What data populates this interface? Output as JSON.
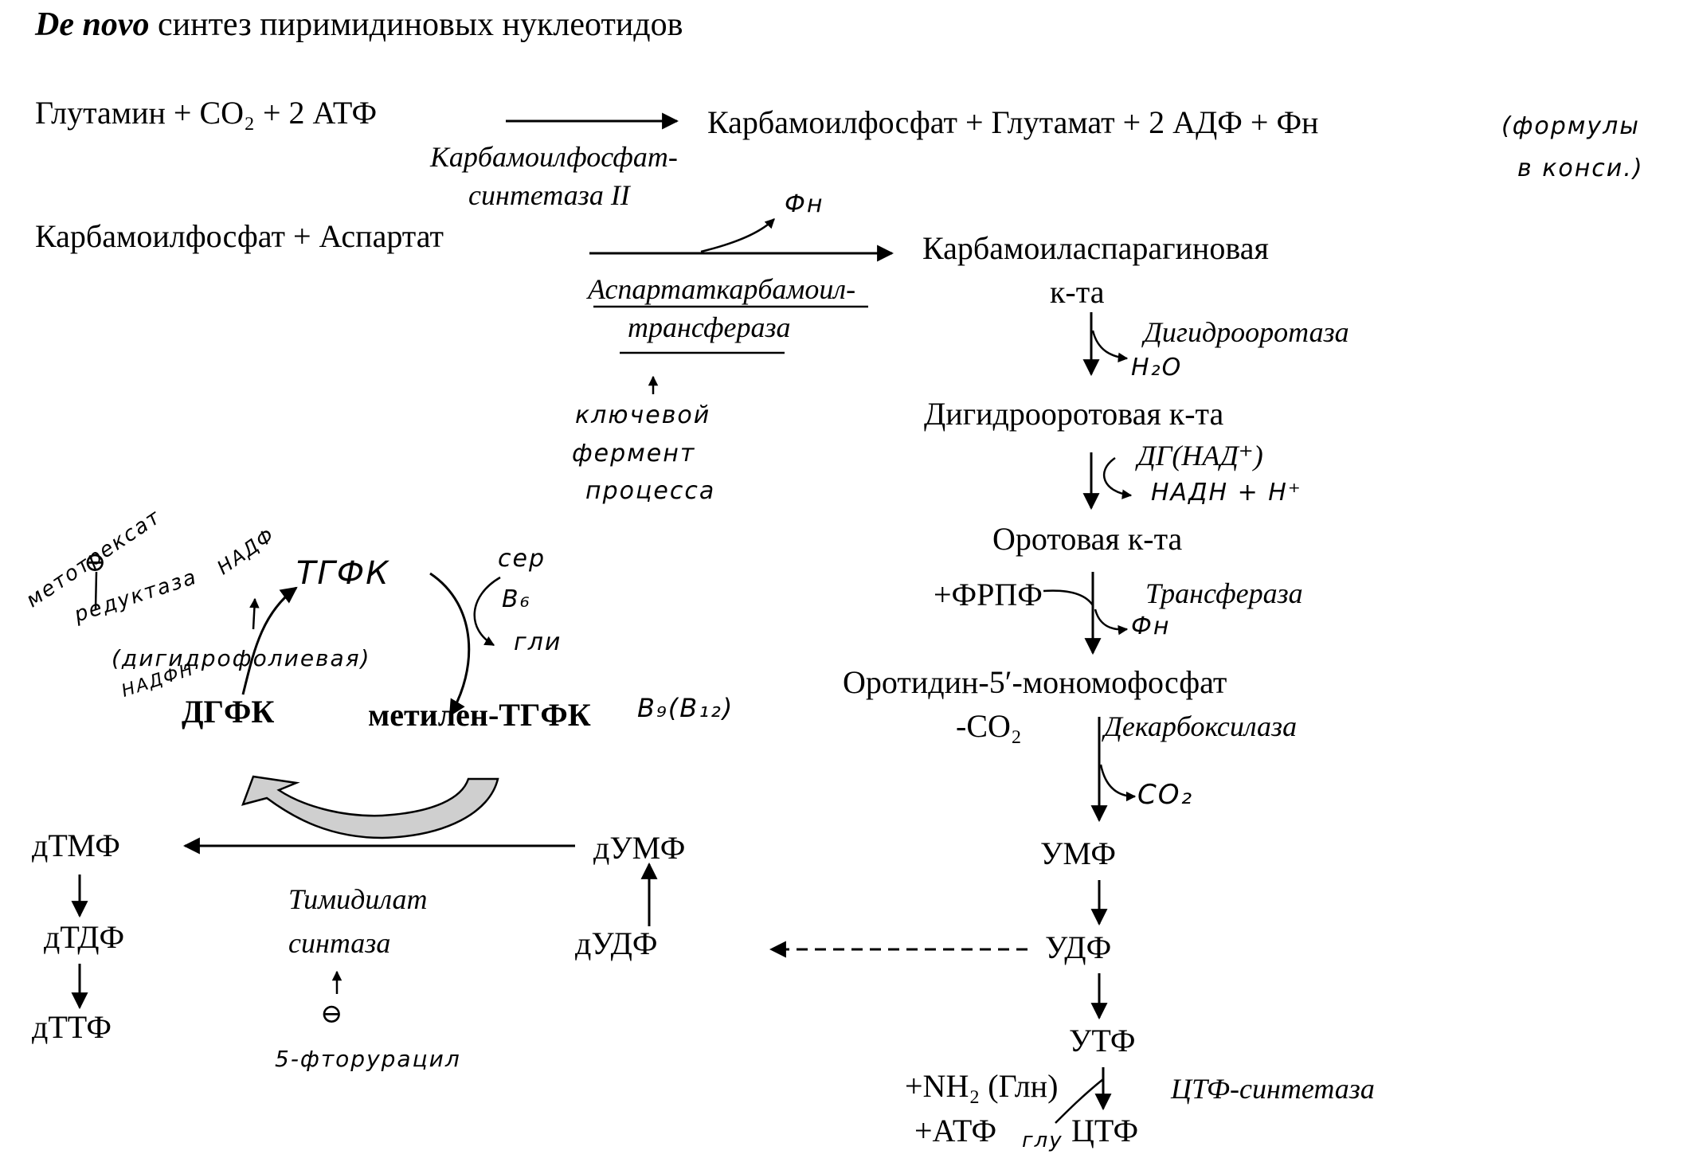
{
  "title": {
    "prefix": "De novo",
    "rest": " синтез пиримидиновых нуклеотидов"
  },
  "row1": {
    "left": "Глутамин + CO₂ + 2 АТФ",
    "right": "Карбамоилфосфат + Глутамат + 2 АДФ + Фн",
    "enzyme_line1": "Карбамоилфосфат-",
    "enzyme_line2": "синтетаза II",
    "note_line1": "(формулы",
    "note_line2": "в конси.)"
  },
  "row2": {
    "left": "Карбамоилфосфат + Аспартат",
    "right_line1": "Карбамоиласпарагиновая",
    "right_line2": "к-та",
    "byproduct": "Фн",
    "enzyme_line1": "Аспартаткарбамоил-",
    "enzyme_line2": "трансфераза",
    "key_note_line1": "ключевой",
    "key_note_line2": "фермент",
    "key_note_line3": "процесса"
  },
  "chain": {
    "dihydroorotase": "Дигидрооротаза",
    "water": "H₂O",
    "dihydroorotic": "Дигидрооротовая к-та",
    "dehydrogenase": "ДГ(НАД⁺)",
    "nadh": "НАДН + H⁺",
    "orotic": "Оротовая к-та",
    "prpp": "+ФРПФ",
    "transferase": "Трансфераза",
    "ppi": "Фн",
    "omp": "Оротидин-5′-мономофосфат",
    "minus_co2": "-CO₂",
    "decarboxylase": "Декарбоксилаза",
    "co2": "CO₂",
    "ump": "УМФ",
    "udp": "УДФ",
    "utp": "УТФ",
    "nh2": "+NH₂ (Глн)",
    "atp": "+АТФ",
    "glu": "глу",
    "ctp": "ЦТФ",
    "ctp_synthetase": "ЦТФ-синтетаза"
  },
  "folate": {
    "thf": "ТГФК",
    "dhf": "ДГФК",
    "methylene_thf": "метилен-ТГФК",
    "vitamin": "B₉(B₁₂)",
    "ser": "сер",
    "b6": "B₆",
    "gly": "гли",
    "reductase_line1": "редуктаза",
    "nadp": "НАДФ",
    "reductase_line2": "(дигидрофолиевая)",
    "nadph": "НАДФН",
    "inhibitor_methotrexate": "метотрексат",
    "inhibit_sign": "⊖"
  },
  "thymidylate": {
    "dtmp": "дТМФ",
    "dtdp": "дТДФ",
    "dttp": "дТТФ",
    "dump": "дУМФ",
    "dudp": "дУДФ",
    "enzyme_line1": "Тимидилат",
    "enzyme_line2": "синтаза",
    "inhibitor": "5-фторурацил",
    "inhibit_sign": "⊖"
  }
}
